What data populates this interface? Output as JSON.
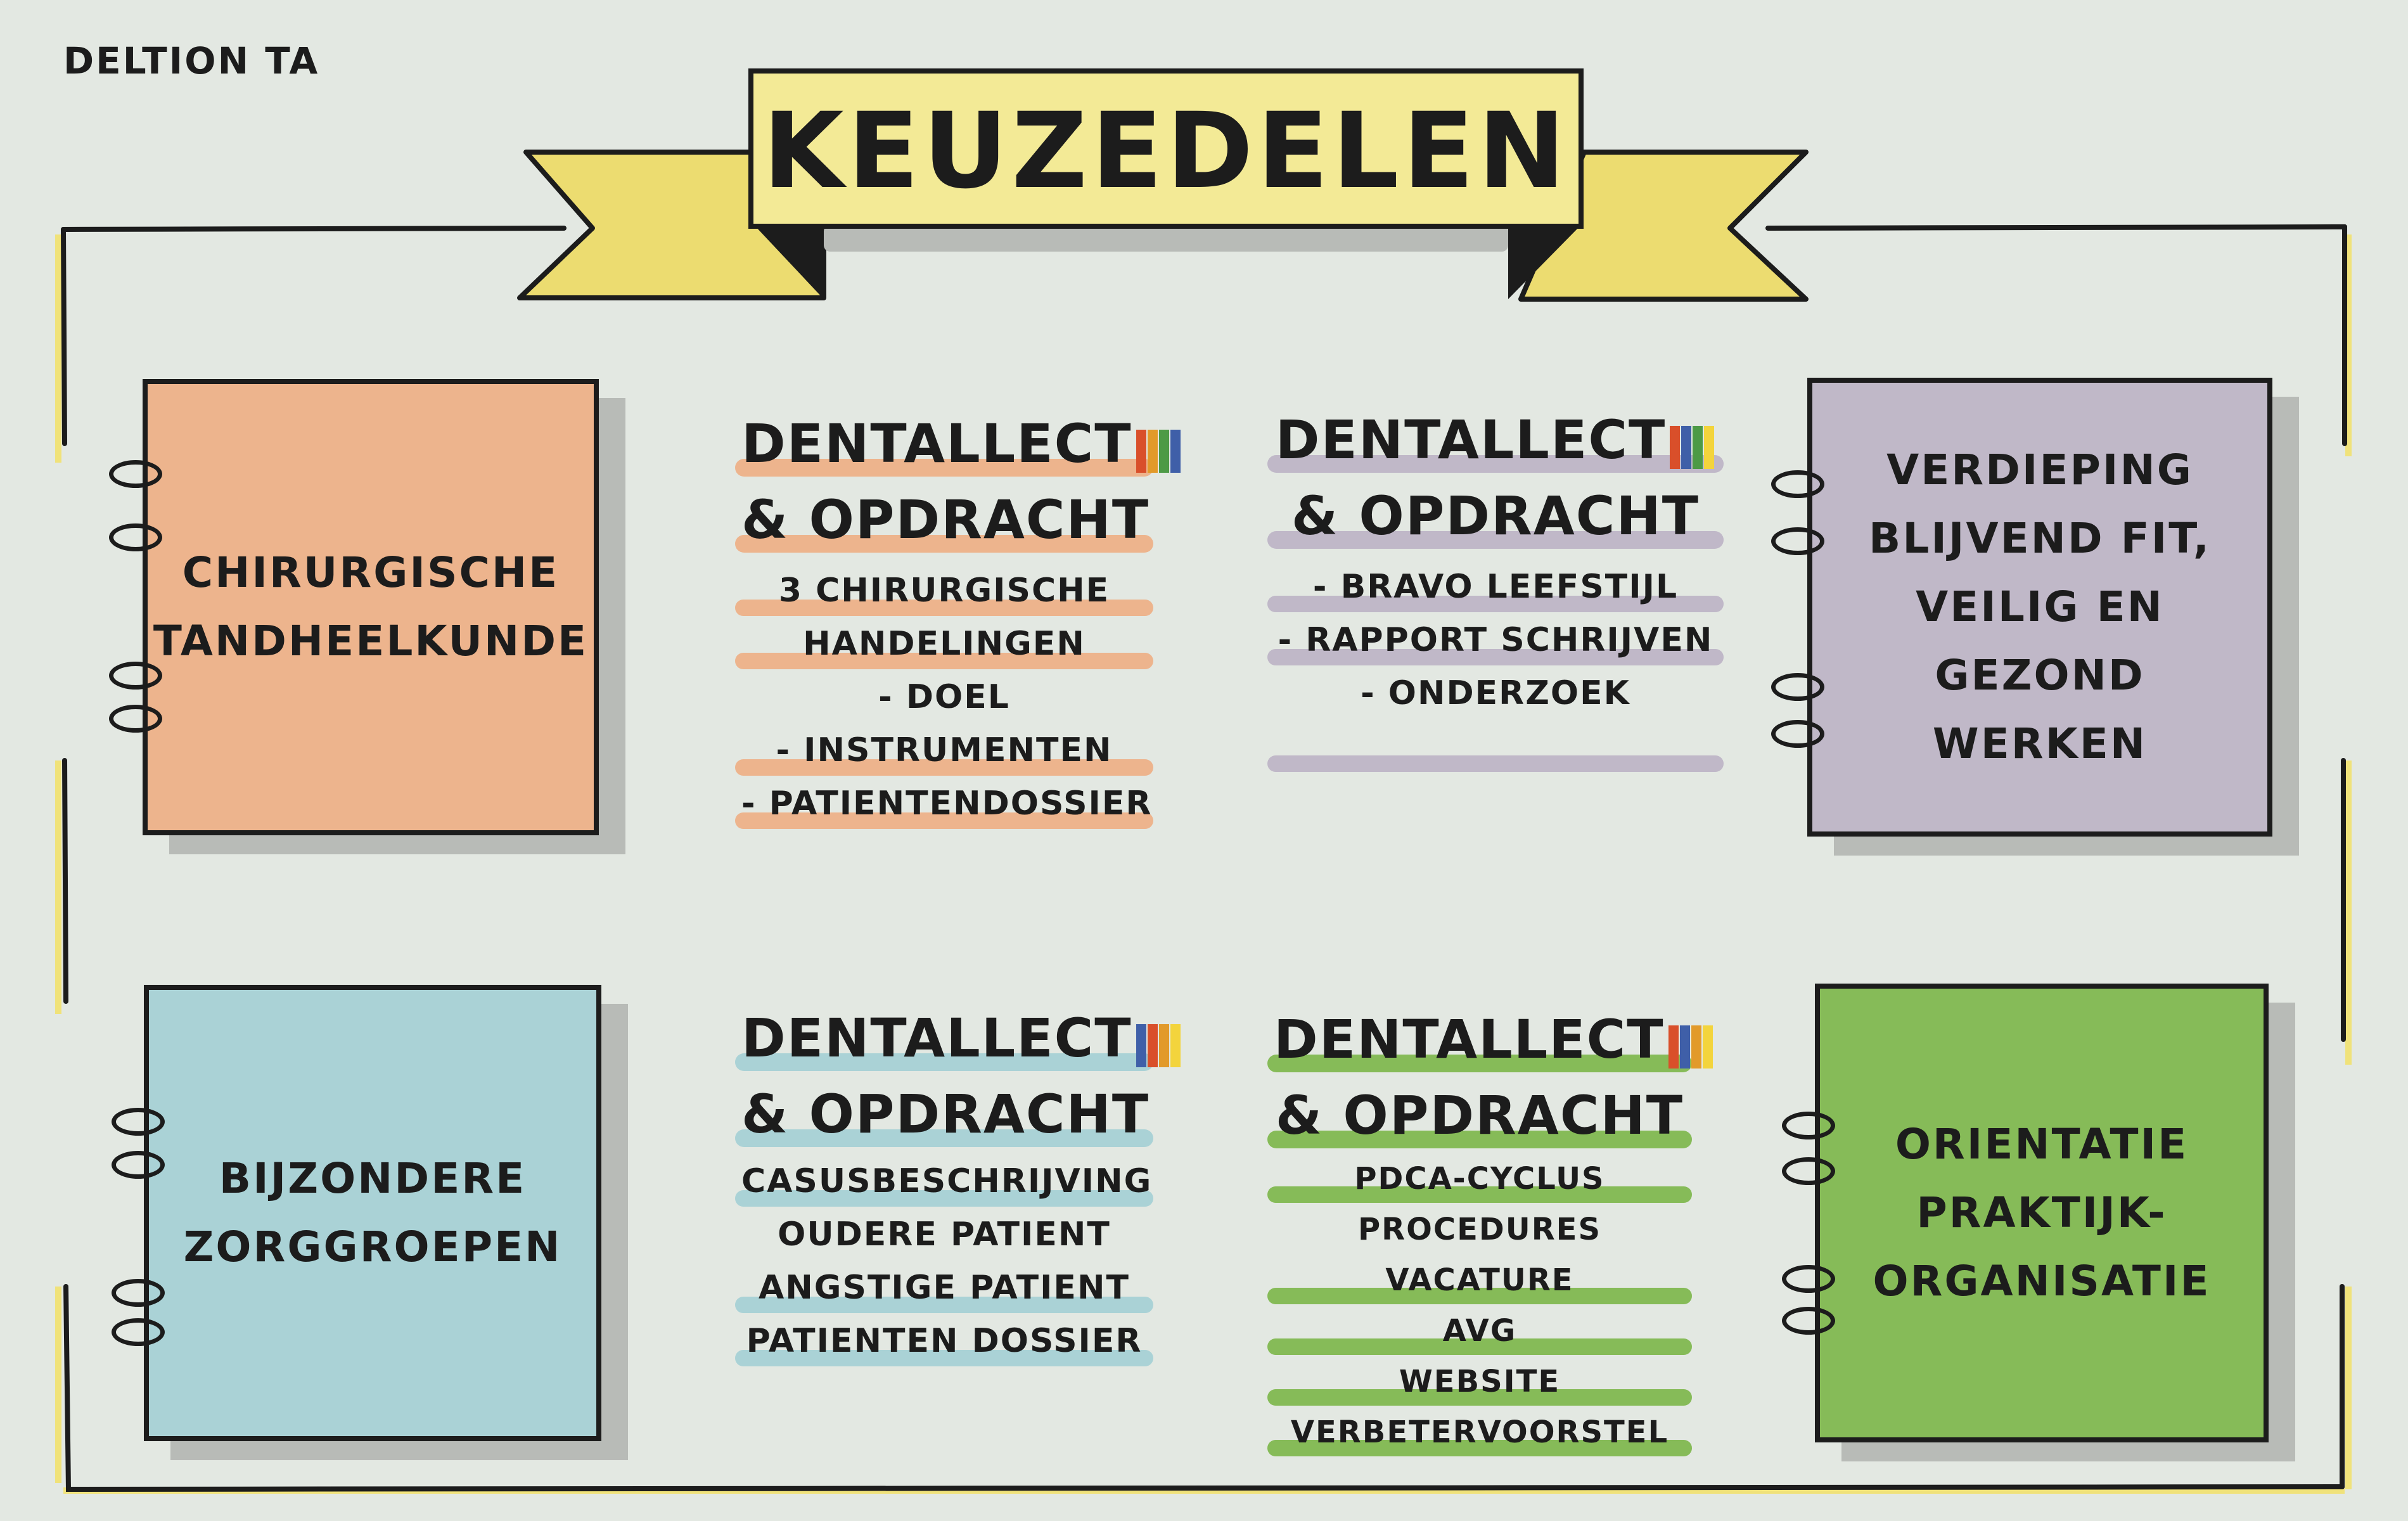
{
  "header": {
    "org": "DELTION TA",
    "title": "KEUZEDELEN"
  },
  "colors": {
    "banner": "#f3ea96",
    "banner_tail": "#ecdc70",
    "frame_yellow": "#f0e27a",
    "orange": "#edb48d",
    "purple": "#c0b8c8",
    "blue": "#aad2d6",
    "green": "#86bb58",
    "stripe_colors": [
      "#d94f2a",
      "#e29a2a",
      "#f3d43c",
      "#4d9a46",
      "#3f5fa8"
    ]
  },
  "notebooks": [
    {
      "id": "chirurgisch",
      "label": "CHIRURGISCHE\nTANDHEELKUNDE"
    },
    {
      "id": "verdieping",
      "label": "VERDIEPING\nBLIJVEND FIT,\nVEILIG EN\nGEZOND WERKEN"
    },
    {
      "id": "zorggroepen",
      "label": "BIJZONDERE\nZORGGROEPEN"
    },
    {
      "id": "orientatie",
      "label": "ORIENTATIE\nPRAKTIJK-\nORGANISATIE"
    }
  ],
  "cards": [
    {
      "id": "chirurgisch",
      "head1": "DENTALLECT",
      "head2": "& OPDRACHT",
      "items": [
        "3 CHIRURGISCHE",
        "HANDELINGEN",
        "- DOEL",
        "- INSTRUMENTEN",
        "- PATIENTENDOSSIER"
      ]
    },
    {
      "id": "verdieping",
      "head1": "DENTALLECT",
      "head2": "& OPDRACHT",
      "items": [
        "- BRAVO LEEFSTIJL",
        "- RAPPORT SCHRIJVEN",
        "- ONDERZOEK",
        ""
      ]
    },
    {
      "id": "zorggroepen",
      "head1": "DENTALLECT",
      "head2": "& OPDRACHT",
      "items": [
        "CASUSBESCHRIJVING",
        "OUDERE PATIENT",
        "ANGSTIGE PATIENT",
        "PATIENTEN DOSSIER"
      ]
    },
    {
      "id": "orientatie",
      "head1": "DENTALLECT",
      "head2": "& OPDRACHT",
      "items": [
        "PDCA-CYCLUS",
        "PROCEDURES",
        "VACATURE",
        "AVG",
        "WEBSITE",
        "VERBETERVOORSTEL"
      ]
    }
  ]
}
